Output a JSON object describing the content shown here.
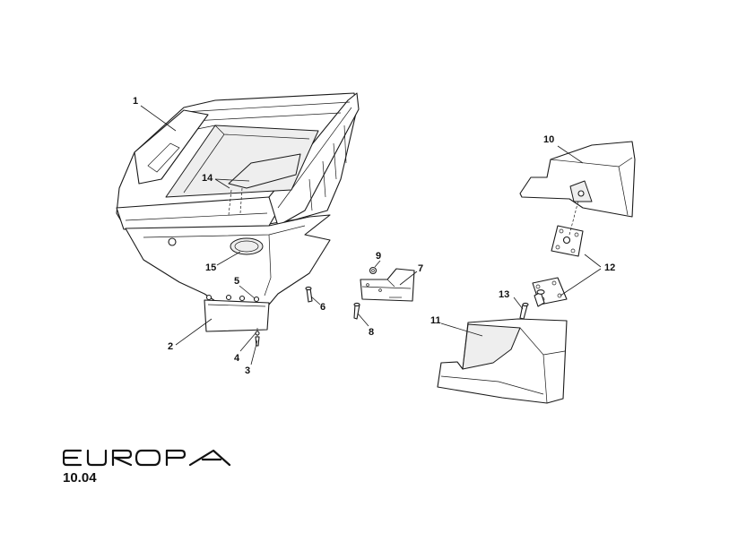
{
  "diagram": {
    "brand": "EUROPA",
    "page_number": "10.04",
    "callouts": [
      "1",
      "2",
      "3",
      "4",
      "5",
      "6",
      "7",
      "8",
      "9",
      "10",
      "11",
      "12",
      "13",
      "14",
      "15"
    ]
  }
}
